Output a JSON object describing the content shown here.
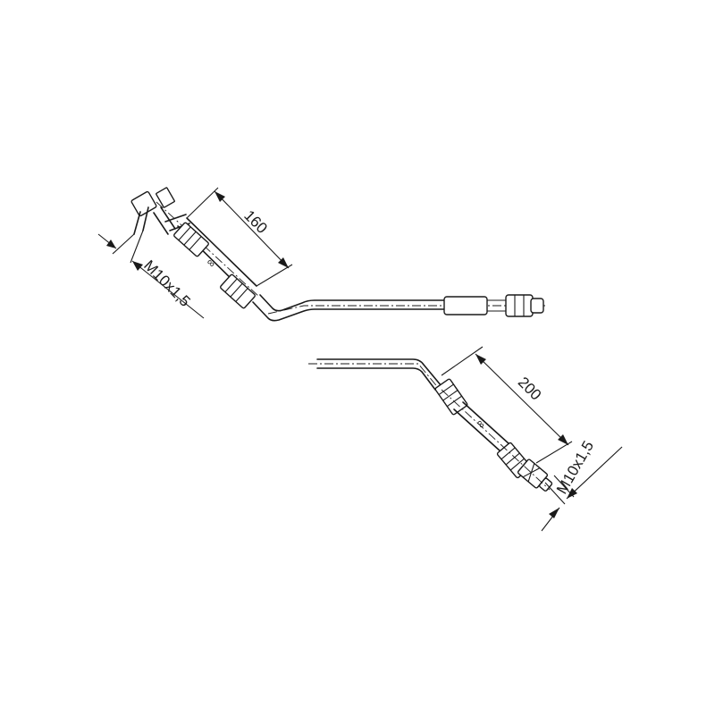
{
  "hose_1": {
    "length_label": "160",
    "thread_label": "M10x1,5"
  },
  "hose_2": {
    "length_label": "200",
    "thread_label": "M10x1,5"
  }
}
